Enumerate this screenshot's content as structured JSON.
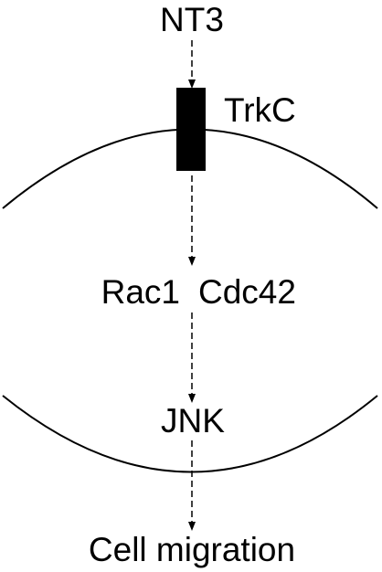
{
  "diagram": {
    "ligand": "NT3",
    "receptor": "TrkC",
    "gtpase_1": "Rac1",
    "gtpase_2": "Cdc42",
    "kinase": "JNK",
    "outcome": "Cell migration"
  },
  "colors": {
    "ink": "#000000",
    "background": "#ffffff"
  }
}
